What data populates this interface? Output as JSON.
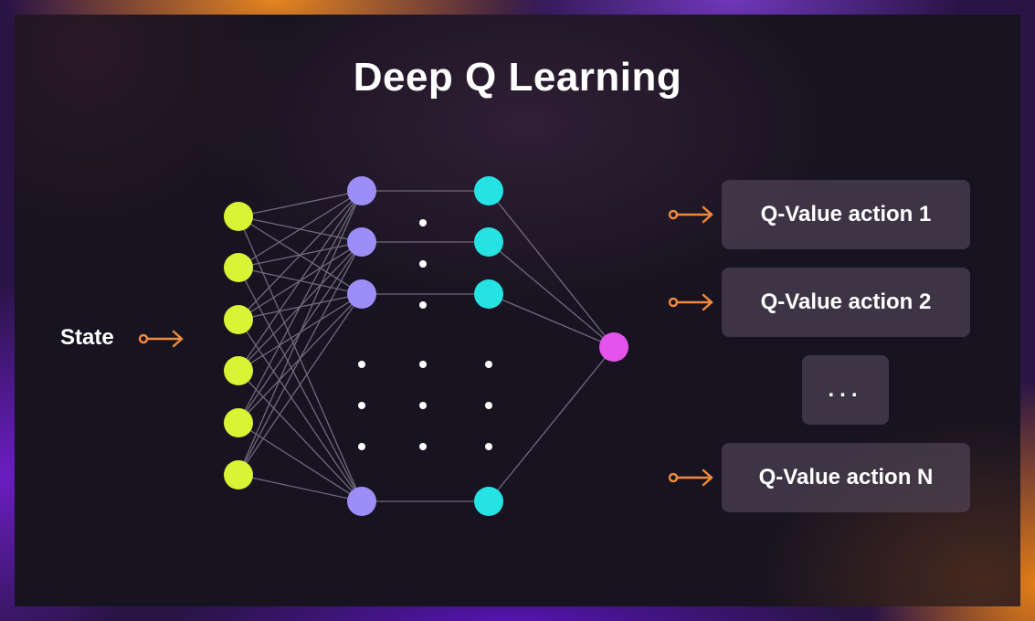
{
  "title": "Deep Q Learning",
  "input_label": "State",
  "outputs": [
    {
      "label": "Q-Value action 1"
    },
    {
      "label": "Q-Value action 2"
    },
    {
      "label": "Q-Value action N"
    }
  ],
  "ellipsis": "...",
  "network": {
    "input_nodes": 6,
    "hidden1_visible_nodes": 4,
    "hidden2_visible_nodes": 4,
    "output_nodes": 1
  },
  "colors": {
    "input_node": "#d7f535",
    "hidden1_node": "#9d8ef7",
    "hidden2_node": "#26e3e3",
    "output_node": "#e454ec",
    "arrow": "#f08a3c",
    "edge": "#6f6a7c",
    "dots": "#ffffff"
  }
}
